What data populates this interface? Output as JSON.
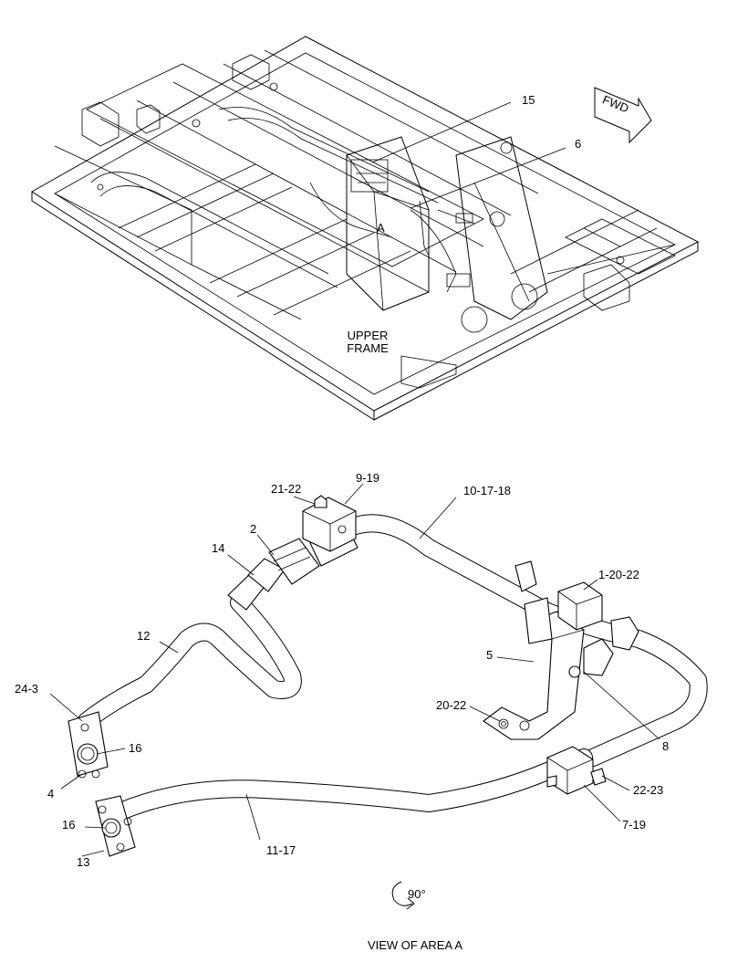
{
  "frame": {
    "area_letter": "A",
    "upper_frame_line1": "UPPER",
    "upper_frame_line2": "FRAME",
    "fwd": "FWD"
  },
  "callouts": {
    "c15": "15",
    "c6": "6",
    "c21_22": "21-22",
    "c9_19": "9-19",
    "c10_17_18": "10-17-18",
    "c2": "2",
    "c14": "14",
    "c1_20_22": "1-20-22",
    "c12": "12",
    "c5": "5",
    "c24_3": "24-3",
    "c16a": "16",
    "c4": "4",
    "c20_22": "20-22",
    "c8": "8",
    "c22_23": "22-23",
    "c16b": "16",
    "c7_19": "7-19",
    "c13": "13",
    "c11_17": "11-17"
  },
  "rotation": "90°",
  "caption": "VIEW OF AREA A"
}
